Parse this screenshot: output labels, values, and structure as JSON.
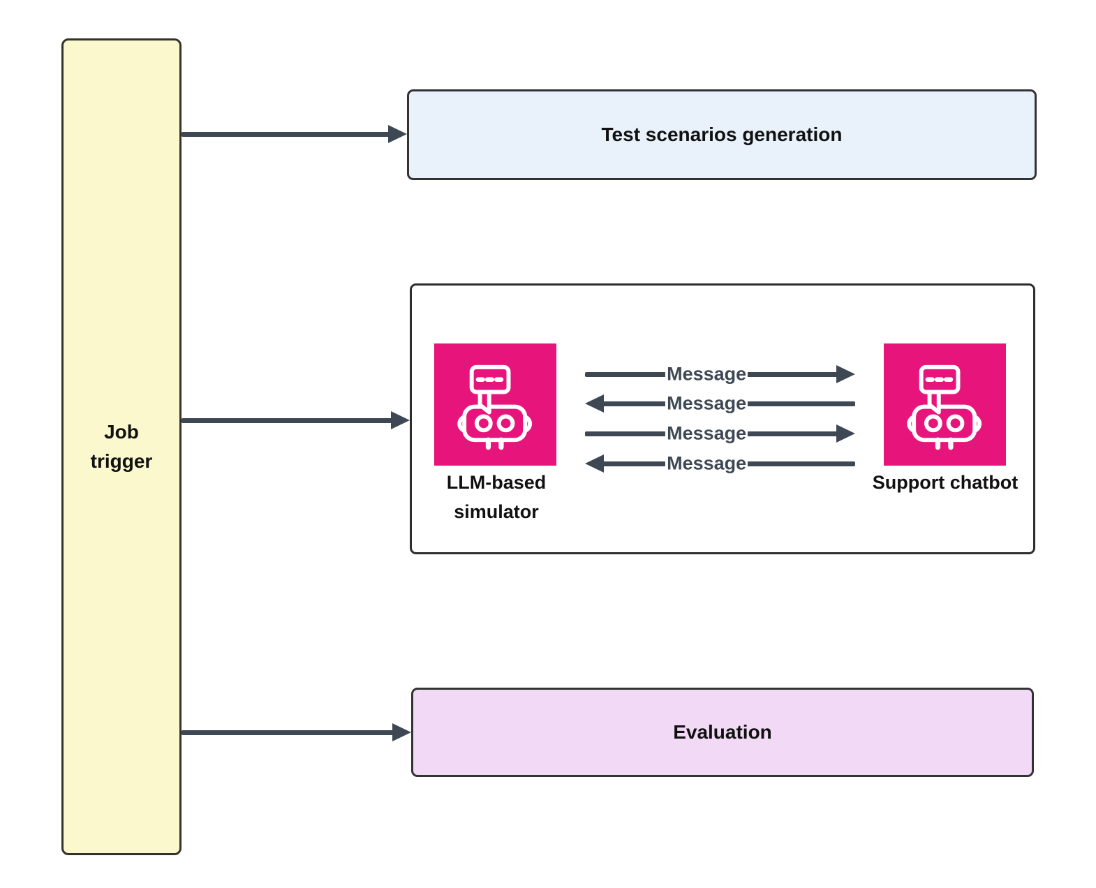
{
  "diagram": {
    "background_color": "#ffffff",
    "colors": {
      "job_trigger_fill": "#fbf8cd",
      "test_scenarios_fill": "#e9f1fb",
      "simulation_fill": "#ffffff",
      "evaluation_fill": "#f2daf7",
      "chatbot_square_fill": "#e7157b",
      "arrow_color": "#3e4854",
      "border_color": "#333333",
      "label_color": "#111111"
    },
    "job_trigger": {
      "label": "Job trigger"
    },
    "nodes": {
      "test_scenarios": {
        "label": "Test scenarios generation"
      },
      "simulation": {
        "llm_simulator": {
          "label": "LLM-based simulator",
          "icon": "chatbot-icon"
        },
        "support_chatbot": {
          "label": "Support chatbot",
          "icon": "chatbot-icon"
        },
        "messages": [
          {
            "label": "Message",
            "direction": "right"
          },
          {
            "label": "Message",
            "direction": "left"
          },
          {
            "label": "Message",
            "direction": "right"
          },
          {
            "label": "Message",
            "direction": "left"
          }
        ]
      },
      "evaluation": {
        "label": "Evaluation"
      }
    },
    "connectors": [
      {
        "from": "job_trigger",
        "to": "test_scenarios",
        "direction": "right"
      },
      {
        "from": "job_trigger",
        "to": "simulation",
        "direction": "right"
      },
      {
        "from": "job_trigger",
        "to": "evaluation",
        "direction": "right"
      }
    ]
  }
}
